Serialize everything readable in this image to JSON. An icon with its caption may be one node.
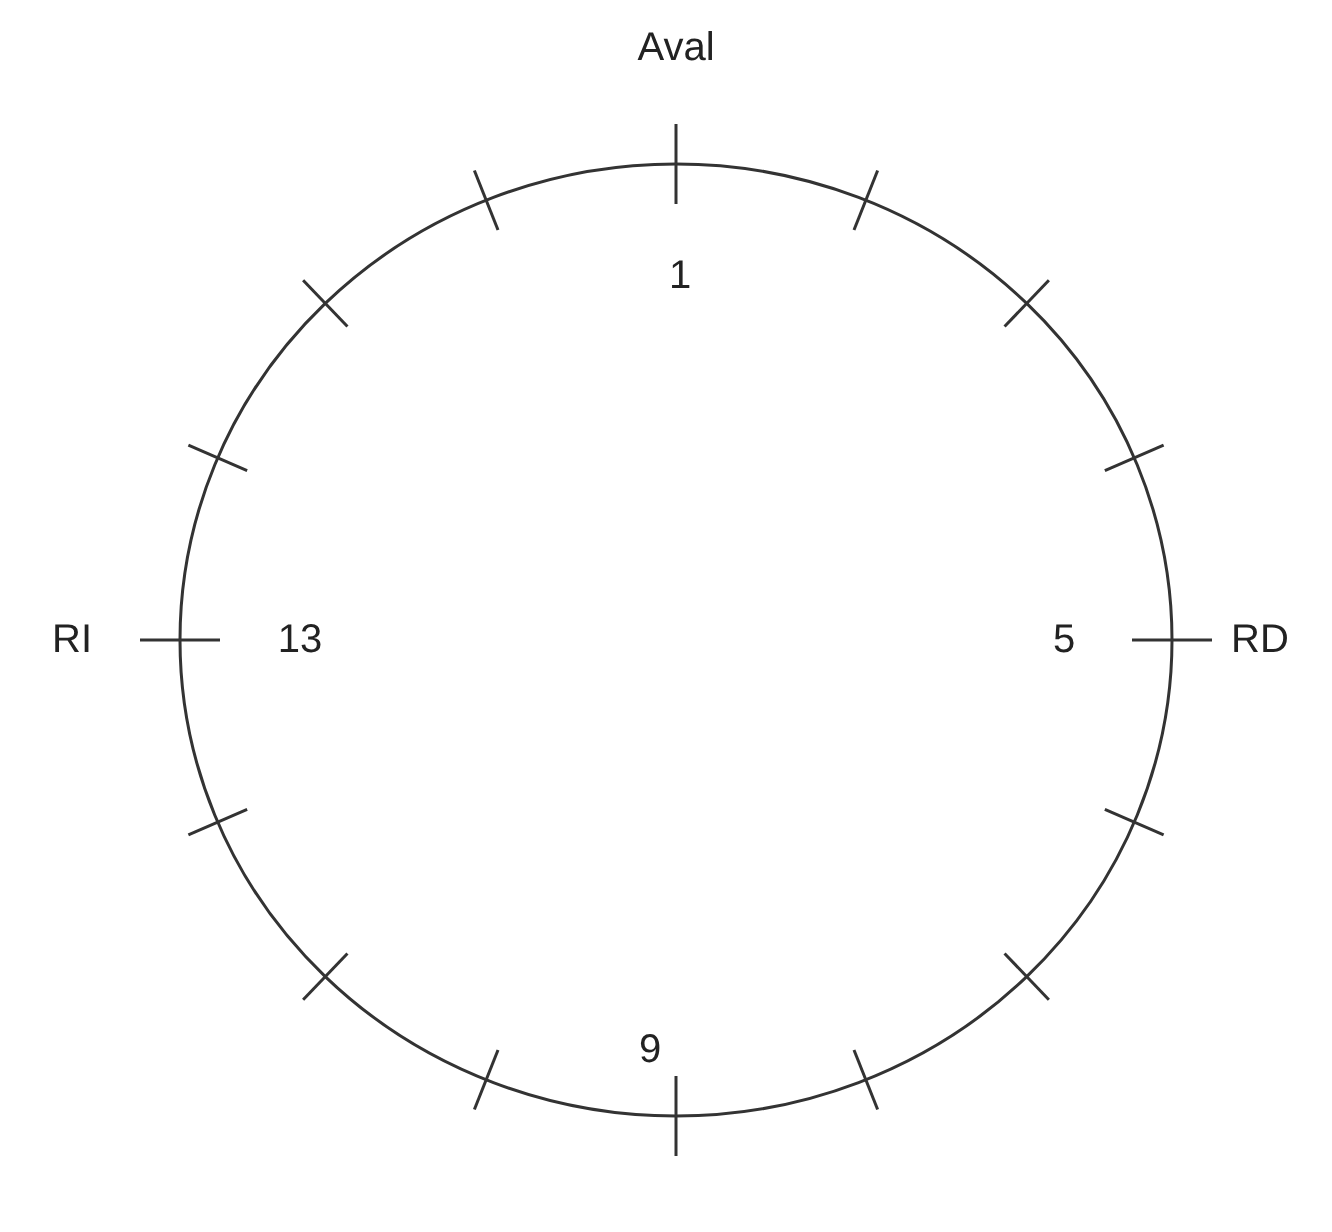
{
  "diagram": {
    "labels": [
      "Aval",
      "1",
      "RI",
      "13",
      "5",
      "RD",
      "9"
    ]
  }
}
